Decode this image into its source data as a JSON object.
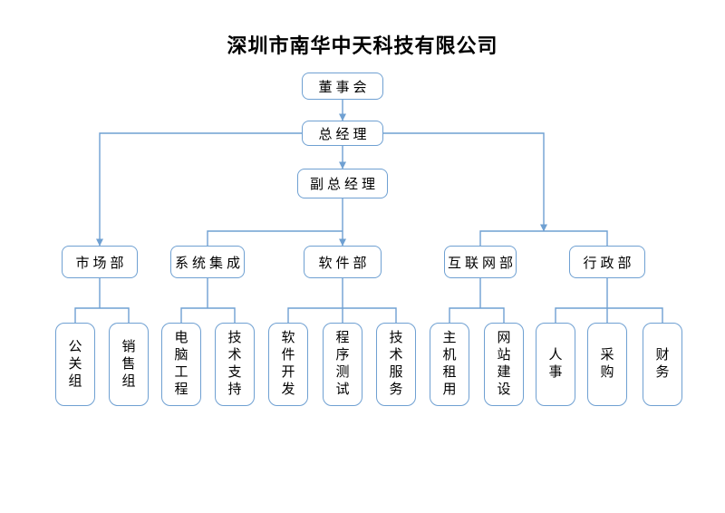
{
  "title": "深圳市南华中天科技有限公司",
  "org": {
    "board": "董事会",
    "general_manager": "总经理",
    "deputy_general_manager": "副总经理",
    "departments": [
      {
        "name": "市场部",
        "children": [
          "公关组",
          "销售组"
        ]
      },
      {
        "name": "系统集成",
        "children": [
          "电脑工程",
          "技术支持"
        ]
      },
      {
        "name": "软件部",
        "children": [
          "软件开发",
          "程序测试",
          "技术服务"
        ]
      },
      {
        "name": "互联网部",
        "children": [
          "主机租用",
          "网站建设"
        ]
      },
      {
        "name": "行政部",
        "children": [
          "人事",
          "采购",
          "财务"
        ]
      }
    ]
  },
  "colors": {
    "line": "#6FA0D2",
    "box_border": "#6FA0D2",
    "box_fill": "#FFFFFF",
    "text": "#000000",
    "title": "#000000",
    "background": "#FFFFFF"
  }
}
